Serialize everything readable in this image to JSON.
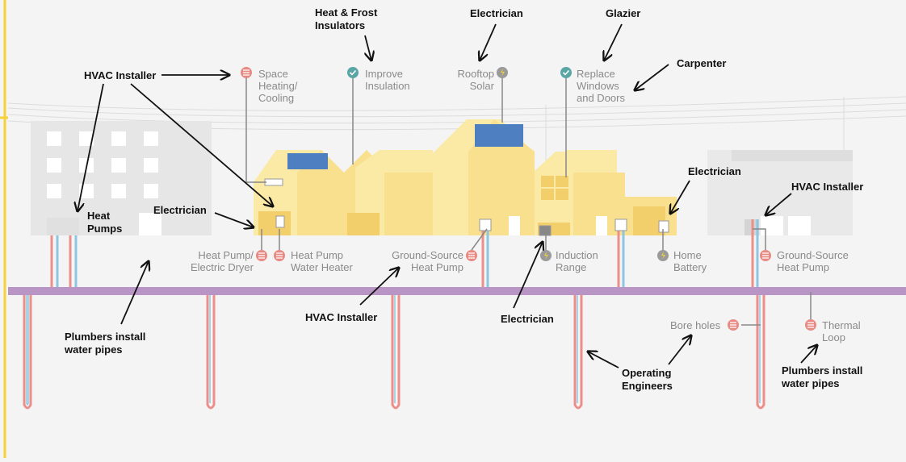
{
  "colors": {
    "background": "#f4f4f4",
    "house_light": "#fbeaa6",
    "house_main": "#f8e08e",
    "house_dark": "#f2cf6a",
    "ground_line": "#b895c4",
    "pipe_hot": "#ec8e8a",
    "pipe_cold": "#8ec6e2",
    "badge_green": "#5aa6a6",
    "badge_red": "#e88a84",
    "badge_grey": "#9a9a9a",
    "border_yellow": "#f5d23a"
  },
  "labels": {
    "space_heating": "Space Heating/ Cooling",
    "improve_insulation": "Improve Insulation",
    "rooftop_solar": "Rooftop Solar",
    "replace_windows": "Replace Windows and Doors",
    "heat_pumps": "Heat Pumps",
    "heat_pump_dryer": "Heat Pump/ Electric Dryer",
    "heat_pump_water_heater": "Heat Pump Water Heater",
    "ground_source_1": "Ground-Source Heat Pump",
    "induction_range": "Induction Range",
    "home_battery": "Home Battery",
    "ground_source_2": "Ground-Source Heat Pump",
    "bore_holes": "Bore holes",
    "thermal_loop": "Thermal Loop"
  },
  "annotations": {
    "hvac_installer_1": "HVAC Installer",
    "heat_frost": "Heat & Frost Insulators",
    "electrician_1": "Electrician",
    "glazier": "Glazier",
    "carpenter": "Carpenter",
    "electrician_2": "Electrician",
    "electrician_3": "Electrician",
    "hvac_installer_2": "HVAC Installer",
    "plumbers_1": "Plumbers install water pipes",
    "hvac_installer_3": "HVAC Installer",
    "electrician_4": "Electrician",
    "operating_engineers": "Operating Engineers",
    "plumbers_2": "Plumbers install water pipes"
  },
  "icons": {
    "space_heating": "heat-wave-icon",
    "improve_insulation": "check-icon",
    "rooftop_solar": "lightning-icon",
    "replace_windows": "check-icon",
    "heat_pump_dryer": "heat-wave-icon",
    "heat_pump_water_heater": "heat-wave-icon",
    "ground_source": "heat-wave-icon",
    "induction_range": "lightning-icon",
    "home_battery": "lightning-icon",
    "bore_holes": "heat-wave-icon",
    "thermal_loop": "heat-wave-icon"
  }
}
